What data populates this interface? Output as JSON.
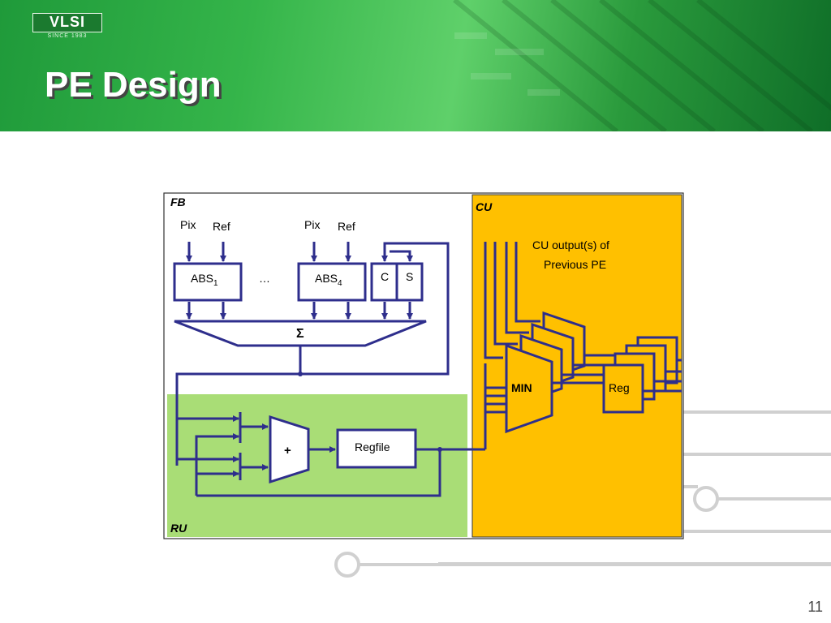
{
  "header": {
    "logo_text": "VLSI",
    "logo_since": "SINCE 1983",
    "title": "PE Design"
  },
  "diagram": {
    "regions": {
      "fb": "FB",
      "cu": "CU",
      "ru": "RU"
    },
    "inputs": {
      "pix1": "Pix",
      "ref1": "Ref",
      "pix4": "Pix",
      "ref4": "Ref"
    },
    "blocks": {
      "abs_base": "ABS",
      "abs1_sub": "1",
      "abs4_sub": "4",
      "ellipsis": "…",
      "c": "C",
      "s": "S",
      "sigma": "Σ",
      "plus": "+",
      "regfile": "Regfile",
      "min": "MIN",
      "reg": "Reg"
    },
    "cu_note_line1": "CU output(s) of",
    "cu_note_line2": "Previous PE"
  },
  "colors": {
    "wire": "#2e2e8c",
    "cu_fill": "#ffc000",
    "ru_fill": "#a9dd76",
    "header_green": "#35b54a"
  },
  "page_number": "11"
}
